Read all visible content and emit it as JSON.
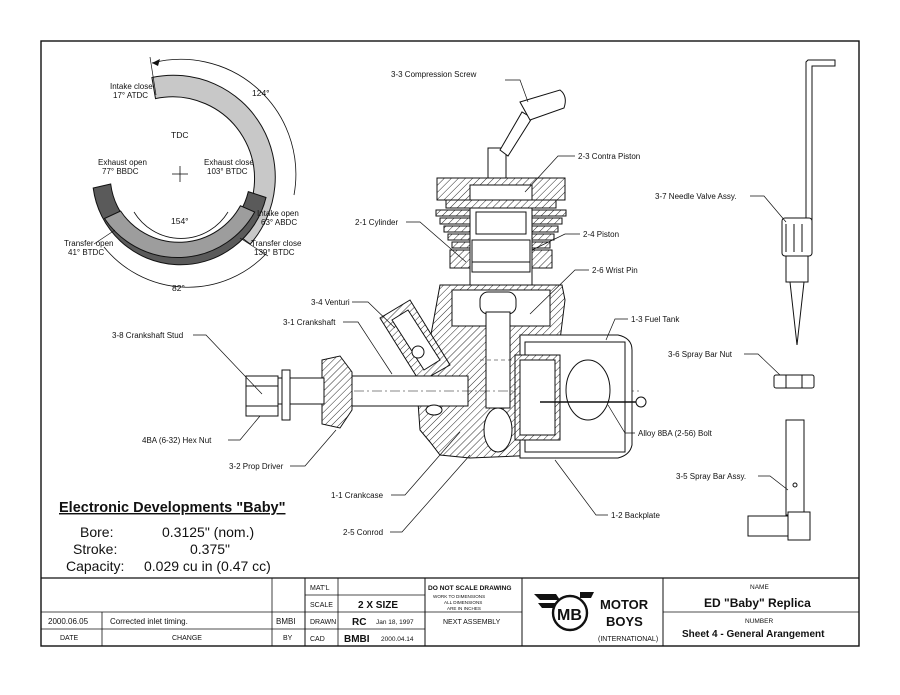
{
  "timing": {
    "tdc": "TDC",
    "intake_close": [
      "Intake close",
      "17° ATDC"
    ],
    "angle_124": "124°",
    "exhaust_open": [
      "Exhaust open",
      "77° BBDC"
    ],
    "exhaust_close": [
      "Exhaust close",
      "103° BTDC"
    ],
    "intake_open": [
      "Intake open",
      "63° ABDC"
    ],
    "angle_154": "154°",
    "transfer_open": [
      "Transfer open",
      "41° BTDC"
    ],
    "transfer_close": [
      "Transfer close",
      "139° BTDC"
    ],
    "angle_82": "82°"
  },
  "labels": {
    "compression_screw": "3-3 Compression Screw",
    "contra_piston": "2-3 Contra Piston",
    "cylinder": "2-1 Cylinder",
    "piston": "2-4 Piston",
    "wrist_pin": "2-6 Wrist Pin",
    "venturi": "3-4 Venturi",
    "crankshaft": "3-1 Crankshaft",
    "fuel_tank": "1-3 Fuel Tank",
    "crankshaft_stud": "3-8 Crankshaft Stud",
    "hex_nut": "4BA (6-32) Hex Nut",
    "prop_driver": "3-2 Prop Driver",
    "bolt": "Alloy 8BA (2-56) Bolt",
    "crankcase": "1-1 Crankcase",
    "conrod": "2-5 Conrod",
    "backplate": "1-2 Backplate",
    "needle_valve": "3-7 Needle Valve Assy.",
    "spray_bar_nut": "3-6 Spray Bar Nut",
    "spray_bar_assy": "3-5 Spray Bar Assy."
  },
  "specs": {
    "title": "Electronic Developments \"Baby\"",
    "rows": [
      {
        "label": "Bore:",
        "value": "0.3125\" (nom.)"
      },
      {
        "label": "Stroke:",
        "value": "0.375\""
      },
      {
        "label": "Capacity:",
        "value": "0.029 cu in (0.47 cc)"
      }
    ]
  },
  "title_block": {
    "revision": {
      "date": "2000.06.05",
      "change": "Corrected inlet timing.",
      "by": "BMBI"
    },
    "col_date": "DATE",
    "col_change": "CHANGE",
    "col_by": "BY",
    "matl": "MAT'L",
    "scale_label": "SCALE",
    "scale_value": "2 X SIZE",
    "drawn_label": "DRAWN",
    "drawn_by": "RC",
    "drawn_date": "Jan 18, 1997",
    "cad_label": "CAD",
    "cad_by": "BMBI",
    "cad_date": "2000.04.14",
    "dns": "DO NOT SCALE DRAWING",
    "work_to": [
      "WORK TO DIMENSIONS",
      "ALL DIMENSIONS",
      "ARE IN INCHES"
    ],
    "next_assembly": "NEXT ASSEMBLY",
    "logo_letters": "MB",
    "company": [
      "MOTOR",
      "BOYS"
    ],
    "international": "(INTERNATIONAL)",
    "name_label": "NAME",
    "name_value": "ED \"Baby\" Replica",
    "number_label": "NUMBER",
    "number_value": "Sheet 4 - General Arangement"
  }
}
